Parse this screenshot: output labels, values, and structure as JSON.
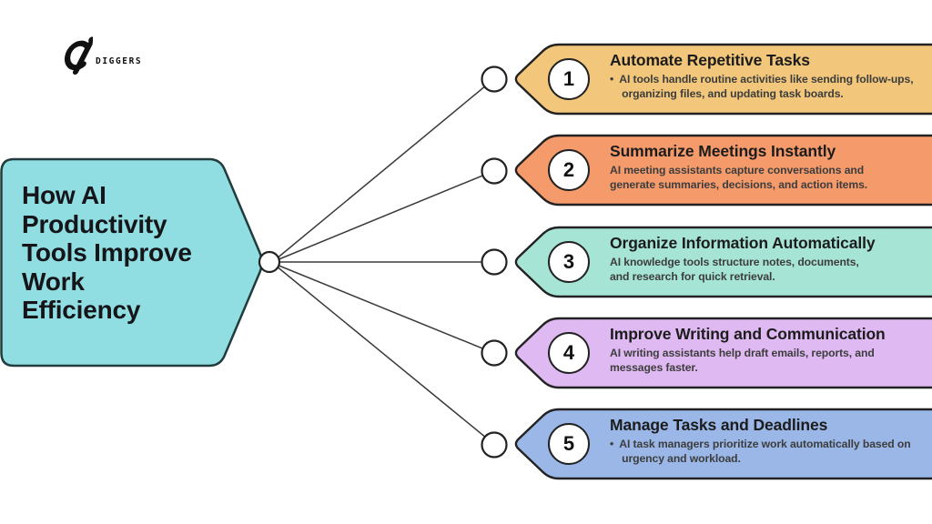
{
  "logo": {
    "brand": "DIGGERS",
    "mark": "ai-monogram-icon",
    "color": "#111111"
  },
  "hub": {
    "title": "How AI\nProductivity\nTools Improve\nWork\nEfficiency",
    "fill": "#90DEE2",
    "stroke": "#223B3D"
  },
  "connector": {
    "line_color": "#3a3a3a",
    "node_fill": "#ffffff",
    "node_stroke": "#222222"
  },
  "items": [
    {
      "number": "1",
      "title": "Automate Repetitive Tasks",
      "body": "•  AI tools handle routine activities like sending follow-ups,\n    organizing files, and updating task boards.",
      "color": "#F2C77B"
    },
    {
      "number": "2",
      "title": "Summarize Meetings Instantly",
      "body": "AI meeting assistants capture conversations and\ngenerate summaries, decisions, and action items.",
      "color": "#F59B6B"
    },
    {
      "number": "3",
      "title": "Organize Information Automatically",
      "body": "AI knowledge tools structure notes, documents,\nand research for quick retrieval.",
      "color": "#A6E4D5"
    },
    {
      "number": "4",
      "title": "Improve Writing and Communication",
      "body": "AI writing assistants help draft emails, reports, and\nmessages faster.",
      "color": "#DFB9F2"
    },
    {
      "number": "5",
      "title": "Manage Tasks and Deadlines",
      "body": "•  AI task managers prioritize work automatically based on\n    urgency and workload.",
      "color": "#9AB7E7"
    }
  ]
}
